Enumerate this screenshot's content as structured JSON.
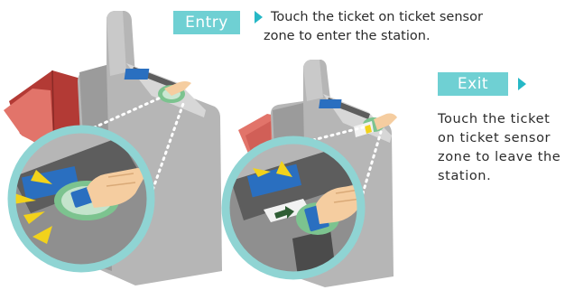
{
  "entry": {
    "badge": "Entry",
    "lines": [
      "Touch the ticket on ticket sensor",
      "zone to enter the station."
    ]
  },
  "exit": {
    "badge": "Exit",
    "lines": [
      "Touch the ticket",
      "on ticket sensor",
      "zone to leave the",
      "station."
    ]
  },
  "colors": {
    "accent": "#26b8c6",
    "badge": "#6fd0d3",
    "gate_body": "#b6b6b6",
    "flap_red": "#b33a35",
    "flap_red_light": "#e2746a",
    "ring": "#8fd4d3",
    "sensor_green": "#7cc38f",
    "screen_blue": "#2a6fc0",
    "signal_yellow": "#f2d21b"
  }
}
